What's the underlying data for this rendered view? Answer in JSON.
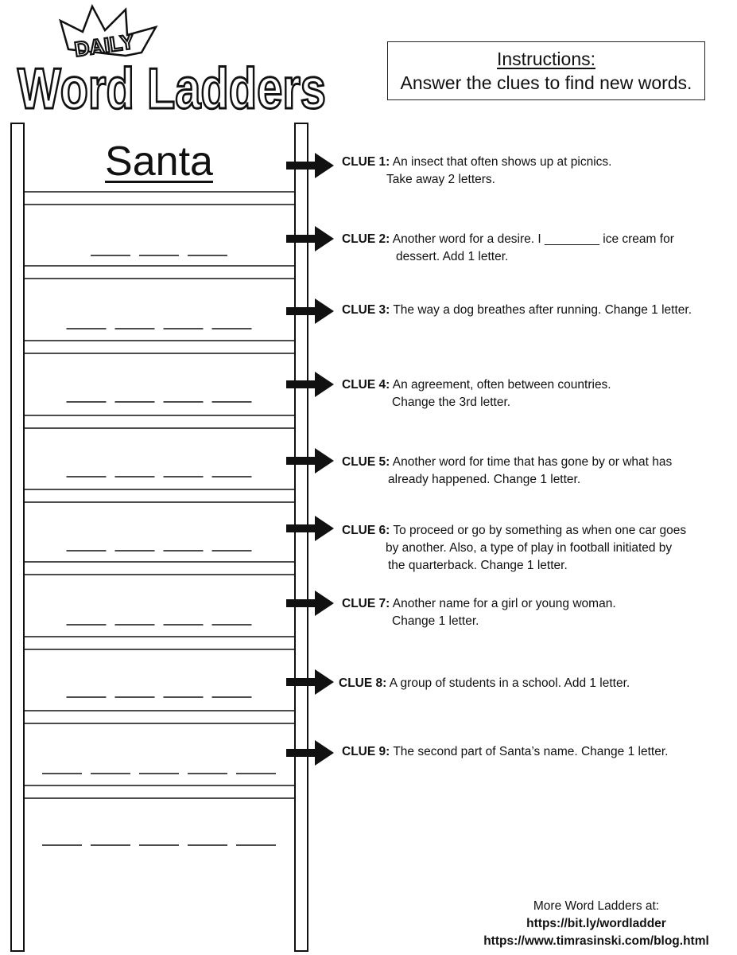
{
  "logo": {
    "small": "DAILY",
    "main": "Word Ladders"
  },
  "instructions": {
    "title": "Instructions:",
    "text": "Answer the clues to find new words."
  },
  "start_word": "Santa",
  "clues": [
    {
      "label": "CLUE 1:",
      "line1": "An insect that often shows up at picnics.",
      "line2": "Take away 2 letters.",
      "letters": 3
    },
    {
      "label": "CLUE 2:",
      "line1": "Another word for a desire.    I ________ ice cream for",
      "line2": "dessert.  Add 1 letter.",
      "letters": 4
    },
    {
      "label": "CLUE 3:",
      "line1": "The way a dog breathes after running.   Change 1 letter.",
      "line2": "",
      "letters": 4
    },
    {
      "label": "CLUE 4:",
      "line1": "An agreement, often between countries.",
      "line2": "Change the 3rd letter.",
      "letters": 4
    },
    {
      "label": "CLUE 5:",
      "line1": "Another word for time that has gone by or what has",
      "line2": "already happened.   Change  1 letter.",
      "letters": 4
    },
    {
      "label": "CLUE 6:",
      "line1": "To proceed or go by something as when one car goes",
      "line2": "by another.  Also, a type of play in football initiated by",
      "line3": "the quarterback.   Change 1 letter.",
      "letters": 4
    },
    {
      "label": "CLUE 7:",
      "line1": "Another name for a girl or young woman.",
      "line2": "Change 1 letter.",
      "letters": 4
    },
    {
      "label": "CLUE 8:",
      "line1": "A group of students in a school.    Add 1 letter.",
      "line2": "",
      "letters": 5
    },
    {
      "label": "CLUE 9:",
      "line1": "The second part of Santa’s name.  Change 1 letter.",
      "line2": "",
      "letters": 5
    }
  ],
  "footer": {
    "text": "More Word Ladders at:",
    "link1": "https://bit.ly/wordladder",
    "link2": "https://www.timrasinski.com/blog.html"
  }
}
